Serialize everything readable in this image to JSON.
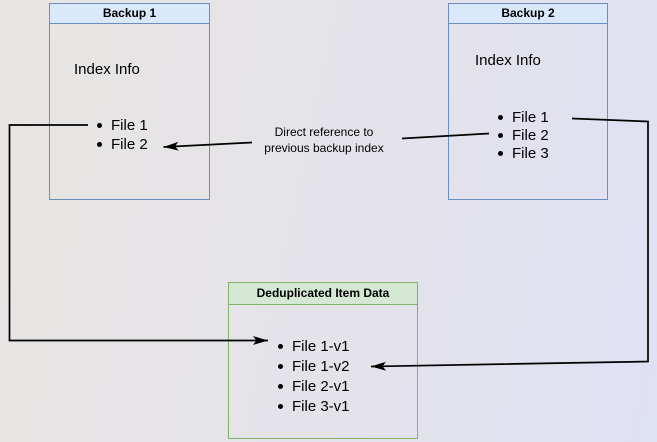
{
  "diagram": {
    "boxes": {
      "backup1": {
        "title": "Backup 1",
        "subtitle": "Index Info",
        "items": [
          "File 1",
          "File 2"
        ]
      },
      "backup2": {
        "title": "Backup 2",
        "subtitle": "Index Info",
        "items": [
          "File 1",
          "File 2",
          "File 3"
        ]
      },
      "dedup": {
        "title": "Deduplicated Item Data",
        "items": [
          "File 1-v1",
          "File 1-v2",
          "File 2-v1",
          "File 3-v1"
        ]
      }
    },
    "edge_label": {
      "text": "Direct reference to\nprevious backup index"
    },
    "colors": {
      "backup_box_fill": "#dae8fc",
      "backup_box_stroke": "#6c8ebf",
      "dedup_box_fill": "#d5e8d4",
      "dedup_box_stroke": "#82b366",
      "connector": "#000000",
      "background_left": "#e8e5e2",
      "background_right": "#dfe1f4"
    }
  }
}
